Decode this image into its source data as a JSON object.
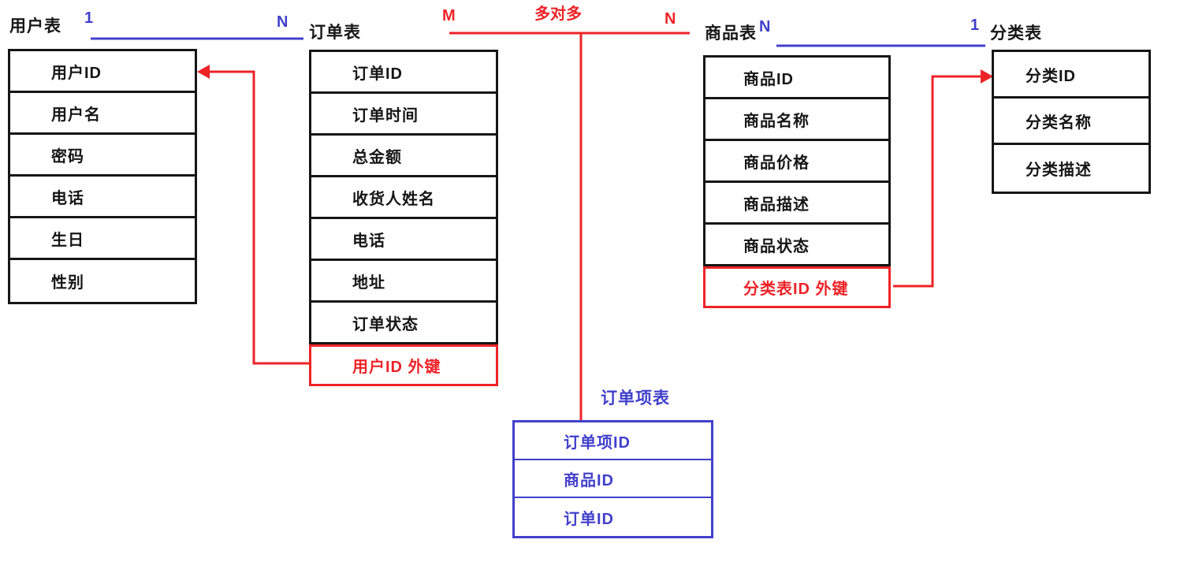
{
  "colors": {
    "red": "#ee2328",
    "blue": "#4140cb",
    "black": "#161616"
  },
  "relationships": {
    "user_order": {
      "left_card": "1",
      "right_card": "N"
    },
    "order_product": {
      "left_card": "M",
      "label": "多对多",
      "right_card": "N"
    },
    "product_category": {
      "left_card": "N",
      "right_card": "1"
    }
  },
  "tables": {
    "user": {
      "title": "用户表",
      "fields": [
        {
          "label": "用户ID"
        },
        {
          "label": "用户名"
        },
        {
          "label": "密码"
        },
        {
          "label": "电话"
        },
        {
          "label": "生日"
        },
        {
          "label": "性别"
        }
      ]
    },
    "order": {
      "title": "订单表",
      "fields": [
        {
          "label": "订单ID"
        },
        {
          "label": "订单时间"
        },
        {
          "label": "总金额"
        },
        {
          "label": "收货人姓名"
        },
        {
          "label": "电话"
        },
        {
          "label": "地址"
        },
        {
          "label": "订单状态"
        },
        {
          "label": "用户ID  外键",
          "fk": true
        }
      ]
    },
    "product": {
      "title": "商品表",
      "fields": [
        {
          "label": "商品ID"
        },
        {
          "label": "商品名称"
        },
        {
          "label": "商品价格"
        },
        {
          "label": "商品描述"
        },
        {
          "label": "商品状态"
        },
        {
          "label": "分类表ID 外键",
          "fk": true
        }
      ]
    },
    "category": {
      "title": "分类表",
      "fields": [
        {
          "label": "分类ID"
        },
        {
          "label": "分类名称"
        },
        {
          "label": "分类描述"
        }
      ]
    },
    "order_item": {
      "title": "订单项表",
      "fields": [
        {
          "label": "订单项ID"
        },
        {
          "label": "商品ID"
        },
        {
          "label": "订单ID"
        }
      ]
    }
  }
}
